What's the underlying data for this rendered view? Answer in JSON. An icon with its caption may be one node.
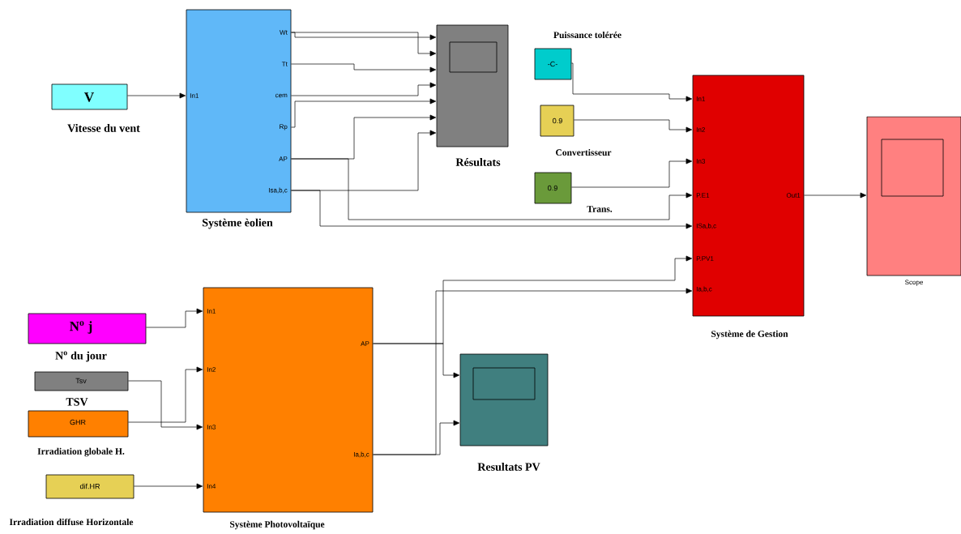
{
  "diagram": {
    "nodes": [
      {
        "text": [
          "V",
          "Vitesse du vent"
        ]
      },
      {
        "text": [
          "In1",
          "Wt",
          "Tt",
          "cem",
          "Rp",
          "AP",
          "Isa,b,c",
          "Système èolien"
        ]
      },
      {
        "text": [
          "Résultats"
        ]
      },
      {
        "text": [
          "Puissance tolérée",
          "-C-"
        ]
      },
      {
        "text": [
          "0.9",
          "Convertisseur"
        ]
      },
      {
        "text": [
          "0.9",
          "Trans."
        ]
      },
      {
        "text": [
          "In1",
          "In2",
          "In3",
          "P.E1",
          "ISa,b,c",
          "P.PV1",
          "Ia,b,c",
          "Out1",
          "Système de Gestion"
        ]
      },
      {
        "text": [
          "Scope"
        ]
      },
      {
        "text": [
          "N$^{o}$ j",
          "N$^{o}$ du jour"
        ]
      },
      {
        "text": [
          "Tsv",
          "TSV"
        ]
      },
      {
        "text": [
          "GHR",
          "Irradiation globale H."
        ]
      },
      {
        "text": [
          "dif.HR",
          "Irradiation diffuse Horizontale"
        ]
      },
      {
        "text": [
          "In1",
          "In2",
          "In3",
          "In4",
          "AP",
          "Ia,b,c",
          "Système Photovoltaïque"
        ]
      },
      {
        "text": [
          "Resultats PV"
        ]
      }
    ],
    "edges": [
      {
        "from": 0,
        "to": 1,
        "arrow": "to"
      },
      {
        "from": 1,
        "to": 2,
        "arrow": "to"
      },
      {
        "from": 1,
        "to": 2,
        "arrow": "to"
      },
      {
        "from": 1,
        "to": 2,
        "arrow": "to"
      },
      {
        "from": 1,
        "to": 2,
        "arrow": "to"
      },
      {
        "from": 1,
        "to": 2,
        "arrow": "to"
      },
      {
        "from": 1,
        "to": 2,
        "arrow": "to"
      },
      {
        "from": 1,
        "to": 2,
        "arrow": "to"
      },
      {
        "from": 1,
        "to": 6,
        "arrow": "to"
      },
      {
        "from": 1,
        "to": 6,
        "arrow": "to"
      },
      {
        "from": 3,
        "to": 6,
        "arrow": "to"
      },
      {
        "from": 4,
        "to": 6,
        "arrow": "to"
      },
      {
        "from": 5,
        "to": 6,
        "arrow": "to"
      },
      {
        "from": 6,
        "to": 7,
        "arrow": "to"
      },
      {
        "from": 8,
        "to": 12,
        "arrow": "to"
      },
      {
        "from": 10,
        "to": 12,
        "arrow": "to"
      },
      {
        "from": 9,
        "to": 12,
        "arrow": "to"
      },
      {
        "from": 11,
        "to": 12,
        "arrow": "to"
      },
      {
        "from": 12,
        "to": 6,
        "arrow": "to"
      },
      {
        "from": 12,
        "to": 13,
        "arrow": "to"
      },
      {
        "from": 12,
        "to": 6,
        "arrow": "to"
      },
      {
        "from": 12,
        "to": 13,
        "arrow": "to"
      }
    ]
  }
}
